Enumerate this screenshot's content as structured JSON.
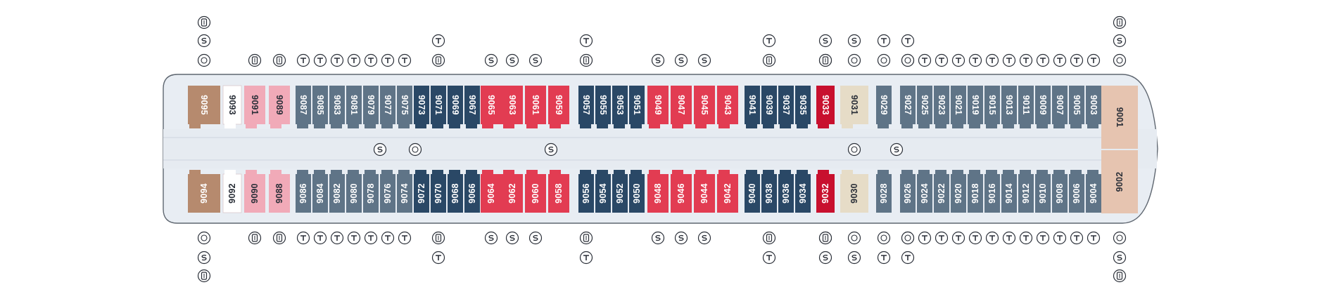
{
  "colors": {
    "hull": "#e8edf3",
    "hull_outline": "#5e6670",
    "cabin_grey": "#5f7487",
    "cabin_navy": "#2a4866",
    "cabin_red": "#e23c52",
    "cabin_darkred": "#c8102e",
    "cabin_pink": "#f1aab8",
    "cabin_brown": "#b68a6e",
    "cabin_cream": "#e6dcc7",
    "cabin_bow": "#e6c4b0",
    "cabin_white": "#ffffff",
    "icon_stroke": "#2a2f38"
  },
  "symbol_legend": {
    "T": "bed-icon",
    "S": "sofa-bed-icon",
    "C": "connecting-icon",
    "P": "pullman-icon",
    "W": "wheelchair-icon",
    "E": "elevator-icon",
    "X": "stairs-icon"
  },
  "cabins": [
    {
      "number": "9095",
      "color": "brown"
    },
    {
      "number": "9093",
      "color": "white"
    },
    {
      "number": "9091",
      "color": "pink"
    },
    {
      "number": "9089",
      "color": "pink"
    },
    {
      "number": "9087",
      "color": "grey"
    },
    {
      "number": "9085",
      "color": "grey"
    },
    {
      "number": "9083",
      "color": "grey"
    },
    {
      "number": "9081",
      "color": "grey"
    },
    {
      "number": "9079",
      "color": "grey"
    },
    {
      "number": "9077",
      "color": "grey"
    },
    {
      "number": "9075",
      "color": "grey"
    },
    {
      "number": "9073",
      "color": "navy"
    },
    {
      "number": "9071",
      "color": "navy"
    },
    {
      "number": "9069",
      "color": "navy"
    },
    {
      "number": "9067",
      "color": "navy"
    },
    {
      "number": "9065",
      "color": "red"
    },
    {
      "number": "9063",
      "color": "red"
    },
    {
      "number": "9061",
      "color": "red"
    },
    {
      "number": "9059",
      "color": "red"
    },
    {
      "number": "9057",
      "color": "navy"
    },
    {
      "number": "9055",
      "color": "navy"
    },
    {
      "number": "9053",
      "color": "navy"
    },
    {
      "number": "9051",
      "color": "navy"
    },
    {
      "number": "9049",
      "color": "red"
    },
    {
      "number": "9047",
      "color": "red"
    },
    {
      "number": "9045",
      "color": "red"
    },
    {
      "number": "9043",
      "color": "red"
    },
    {
      "number": "9041",
      "color": "navy"
    },
    {
      "number": "9039",
      "color": "navy"
    },
    {
      "number": "9037",
      "color": "navy"
    },
    {
      "number": "9035",
      "color": "navy"
    },
    {
      "number": "9033",
      "color": "darkred"
    },
    {
      "number": "9031",
      "color": "cream"
    },
    {
      "number": "9029",
      "color": "grey"
    },
    {
      "number": "9027",
      "color": "grey"
    },
    {
      "number": "9025",
      "color": "grey"
    },
    {
      "number": "9023",
      "color": "grey"
    },
    {
      "number": "9021",
      "color": "grey"
    },
    {
      "number": "9019",
      "color": "grey"
    },
    {
      "number": "9015",
      "color": "grey"
    },
    {
      "number": "9013",
      "color": "grey"
    },
    {
      "number": "9011",
      "color": "grey"
    },
    {
      "number": "9009",
      "color": "grey"
    },
    {
      "number": "9007",
      "color": "grey"
    },
    {
      "number": "9005",
      "color": "grey"
    },
    {
      "number": "9003",
      "color": "grey"
    },
    {
      "number": "9001",
      "color": "bow"
    },
    {
      "number": "9094",
      "color": "brown"
    },
    {
      "number": "9092",
      "color": "white"
    },
    {
      "number": "9090",
      "color": "pink"
    },
    {
      "number": "9088",
      "color": "pink"
    },
    {
      "number": "9086",
      "color": "grey"
    },
    {
      "number": "9084",
      "color": "grey"
    },
    {
      "number": "9082",
      "color": "grey"
    },
    {
      "number": "9080",
      "color": "grey"
    },
    {
      "number": "9078",
      "color": "grey"
    },
    {
      "number": "9076",
      "color": "grey"
    },
    {
      "number": "9074",
      "color": "grey"
    },
    {
      "number": "9072",
      "color": "navy"
    },
    {
      "number": "9070",
      "color": "navy"
    },
    {
      "number": "9068",
      "color": "navy"
    },
    {
      "number": "9066",
      "color": "navy"
    },
    {
      "number": "9064",
      "color": "red"
    },
    {
      "number": "9062",
      "color": "red"
    },
    {
      "number": "9060",
      "color": "red"
    },
    {
      "number": "9058",
      "color": "red"
    },
    {
      "number": "9056",
      "color": "navy"
    },
    {
      "number": "9054",
      "color": "navy"
    },
    {
      "number": "9052",
      "color": "navy"
    },
    {
      "number": "9050",
      "color": "navy"
    },
    {
      "number": "9048",
      "color": "red"
    },
    {
      "number": "9046",
      "color": "red"
    },
    {
      "number": "9044",
      "color": "red"
    },
    {
      "number": "9042",
      "color": "red"
    },
    {
      "number": "9040",
      "color": "navy"
    },
    {
      "number": "9038",
      "color": "navy"
    },
    {
      "number": "9036",
      "color": "navy"
    },
    {
      "number": "9034",
      "color": "navy"
    },
    {
      "number": "9032",
      "color": "darkred"
    },
    {
      "number": "9030",
      "color": "cream"
    },
    {
      "number": "9028",
      "color": "grey"
    },
    {
      "number": "9026",
      "color": "grey"
    },
    {
      "number": "9024",
      "color": "grey"
    },
    {
      "number": "9022",
      "color": "grey"
    },
    {
      "number": "9020",
      "color": "grey"
    },
    {
      "number": "9018",
      "color": "grey"
    },
    {
      "number": "9016",
      "color": "grey"
    },
    {
      "number": "9014",
      "color": "grey"
    },
    {
      "number": "9012",
      "color": "grey"
    },
    {
      "number": "9010",
      "color": "grey"
    },
    {
      "number": "9008",
      "color": "grey"
    },
    {
      "number": "9006",
      "color": "grey"
    },
    {
      "number": "9004",
      "color": "grey"
    },
    {
      "number": "9002",
      "color": "bow"
    }
  ]
}
